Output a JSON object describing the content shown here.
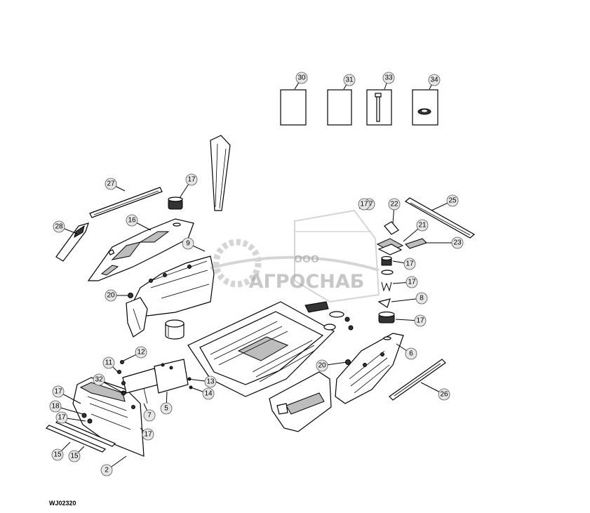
{
  "figure_id": "WJ02320",
  "watermark": {
    "small": "ООО",
    "large": "АГРОСНАБ"
  },
  "callouts": [
    "30",
    "31",
    "33",
    "34",
    "27",
    "17",
    "17",
    "25",
    "22",
    "21",
    "23",
    "28",
    "16",
    "9",
    "17",
    "17",
    "20",
    "17",
    "8",
    "17",
    "12",
    "11",
    "13",
    "14",
    "20",
    "6",
    "32",
    "7",
    "5",
    "17",
    "18",
    "17",
    "17",
    "26",
    "15",
    "15",
    "2"
  ]
}
